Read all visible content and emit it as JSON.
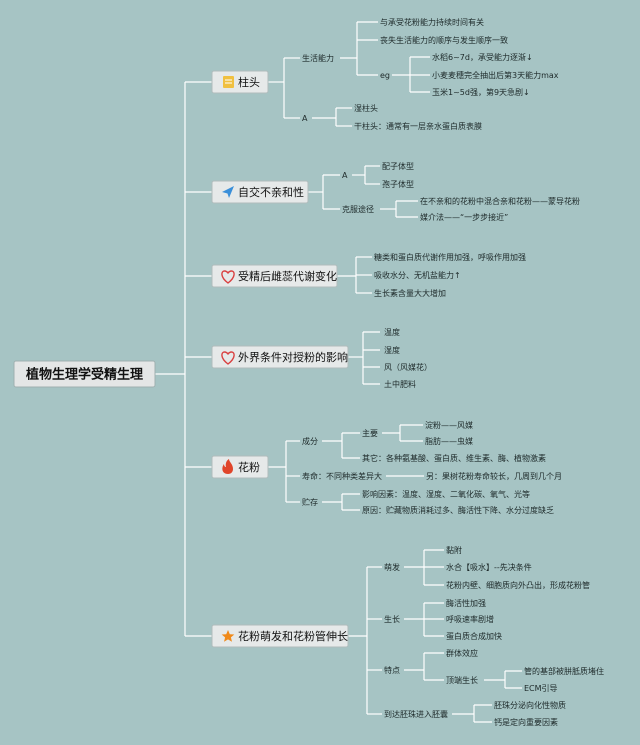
{
  "root": {
    "title": "植物生理学受精生理"
  },
  "colors": {
    "background": "#a6c4c4",
    "stigma_icon": "#f0c040",
    "plane_icon": "#3a8fd9",
    "heart_icon": "#d94040",
    "fire_icon": "#e0452a",
    "star_icon": "#f08a1a"
  },
  "branches": [
    {
      "title": "柱头",
      "icon": "note-icon",
      "sub": {
        "life": "生活能力",
        "life_items": [
          "与承受花粉能力持续时间有关",
          "丧失生活能力的顺序与发生顺序一致"
        ],
        "eg": "eg",
        "eg_items": [
          "水稻6~7d，承受能力逐渐↓",
          "小麦麦穗完全抽出后第3天能力max",
          "玉米1~5d强，第9天急剧↓"
        ],
        "a": "A",
        "a_items": [
          "湿柱头",
          "干柱头：通常有一层亲水蛋白质表膜"
        ]
      }
    },
    {
      "title": "自交不亲和性",
      "icon": "paper-plane-icon",
      "sub": {
        "a": "A",
        "a_items": [
          "配子体型",
          "孢子体型"
        ],
        "overcome": "克服途径",
        "overcome_items": [
          "在不亲和的花粉中混合亲和花粉——蒙导花粉",
          "媒介法——“一步步接近”"
        ]
      }
    },
    {
      "title": "受精后雌蕊代谢变化",
      "icon": "heart-icon",
      "items": [
        "糖类和蛋白质代谢作用加强，呼吸作用加强",
        "吸收水分、无机盐能力↑",
        "生长素含量大大增加"
      ]
    },
    {
      "title": "外界条件对授粉的影响",
      "icon": "heart-icon",
      "items": [
        "温度",
        "湿度",
        "风（风媒花）",
        "土中肥料"
      ]
    },
    {
      "title": "花粉",
      "icon": "fire-icon",
      "sub": {
        "comp": "成分",
        "main": "主要",
        "main_items": [
          "淀粉——风媒",
          "脂肪——虫媒"
        ],
        "other": "其它：各种氨基酸、蛋白质、维生素、酶、植物激素",
        "life": "寿命：不同种类差异大",
        "life_item": "另：果树花粉寿命较长，几周到几个月",
        "store": "贮存",
        "store_items": [
          "影响因素：温度、湿度、二氧化碳、氧气、光等",
          "原因：贮藏物质消耗过多、酶活性下降、水分过度缺乏"
        ]
      }
    },
    {
      "title": "花粉萌发和花粉管伸长",
      "icon": "star-icon",
      "sub": {
        "germ": "萌发",
        "germ_items": [
          "黏附",
          "水合【吸水】--先决条件",
          "花粉内壁、细胞质向外凸出，形成花粉管"
        ],
        "grow": "生长",
        "grow_items": [
          "酶活性加强",
          "呼吸速率剧增",
          "蛋白质合成加快"
        ],
        "feat": "特点",
        "feat_items": [
          "群体效应"
        ],
        "tip": "顶端生长",
        "tip_items": [
          "管的基部被胼胝质堵住",
          "ECM引导"
        ],
        "reach": "到达胚珠进入胚囊",
        "reach_items": [
          "胚珠分泌向化性物质",
          "钙是定向重要因素"
        ]
      }
    }
  ]
}
